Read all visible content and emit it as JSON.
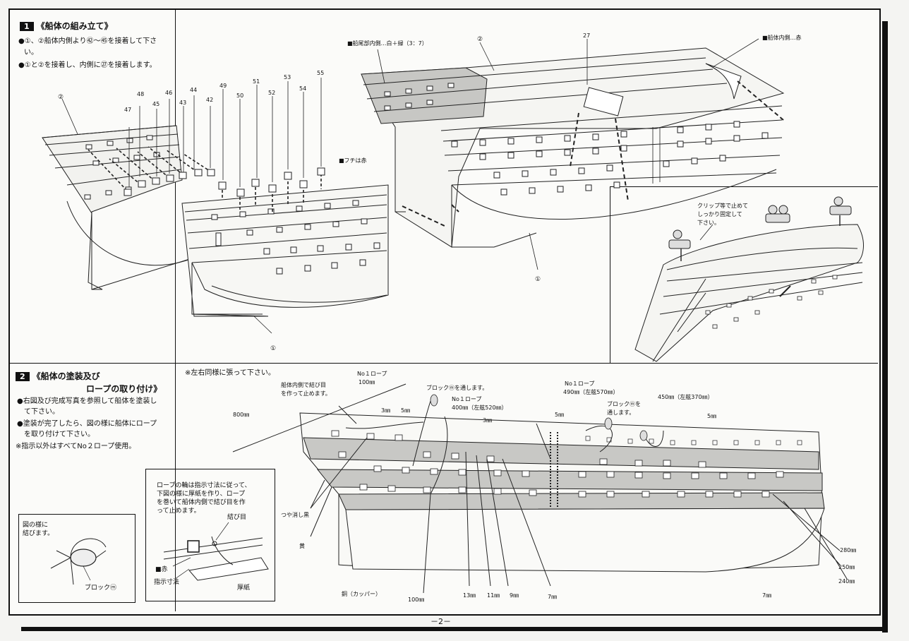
{
  "step1": {
    "number": "1",
    "title": "《船体の組み立て》",
    "lines": [
      "●①、②船体内側より㊷～㊺を接着して下さ",
      "い。",
      "●①と②を接着し、内側に㉗を接着します。"
    ],
    "labels": {
      "p2": "②",
      "p47": "47",
      "p48": "48",
      "p45": "45",
      "p46": "46",
      "p43": "43",
      "p44": "44",
      "p42": "42",
      "p49": "49",
      "p50": "50",
      "p51": "51",
      "p52": "52",
      "p53": "53",
      "p54": "54",
      "p55": "55",
      "edge_red": "■フチは赤",
      "p1": "①",
      "stern_inner": "■船尾部内側…白＋緑（3：7）",
      "p2b": "②",
      "p27": "27",
      "hull_inner_red": "■船体内側…赤",
      "p1b": "①",
      "clip_note": [
        "クリップ等で止めて",
        "しっかり固定して",
        "下さい。"
      ]
    }
  },
  "step2": {
    "number": "2",
    "title_line1": "《船体の塗装及び",
    "title_line2": "ロープの取り付け》",
    "lines": [
      "●右図及び完成写真を参照して船体を塗装し",
      "て下さい。",
      "●塗装が完了したら、図の様に船体にロープ",
      "を取り付けて下さい。",
      "※指示以外はすべてNo２ロープ使用。"
    ],
    "same_note": "※左右同様に張って下さい。",
    "rope_box": {
      "lines": [
        "ロープの輪は指示寸法に従って、",
        "下図の様に厚紙を作り、ロープ",
        "を巻いて船体内側で結び目を作",
        "って止めます。"
      ],
      "knot": "結び目",
      "red": "■赤",
      "dim": "指示寸法",
      "card": "厚紙"
    },
    "block_box": {
      "lines": [
        "図の様に",
        "結びます。"
      ],
      "block": "ブロックⓜ"
    },
    "labels": {
      "inner_knot": [
        "船体内側で結び目",
        "を作って止めます。"
      ],
      "no1_rope_a": "No１ロープ",
      "no1_len_a": "100㎜",
      "len_800": "800㎜",
      "block_pass_a": "ブロックⓜを通します。",
      "no1_rope_b": "No１ロープ",
      "no1_len_b": "400㎜（左舷520㎜）",
      "mm3a": "3㎜",
      "mm5a": "5㎜",
      "mm3b": "3㎜",
      "no1_rope_c": "No１ロープ",
      "no1_len_c": "490㎜（左舷570㎜）",
      "block_pass_b": [
        "ブロックⓜを",
        "通します。"
      ],
      "len_450": "450㎜（左舷370㎜）",
      "mm5b": "5㎜",
      "mm5c": "5㎜",
      "matte_black": "つや消し黒",
      "yellow": "黄",
      "copper": "銅（カッパー）",
      "mm100": "100㎜",
      "mm13": "13㎜",
      "mm11": "11㎜",
      "mm9": "9㎜",
      "mm7a": "7㎜",
      "mm7b": "7㎜",
      "mm280": "280㎜",
      "mm250": "250㎜",
      "mm240": "240㎜"
    }
  },
  "page_number": "－2－"
}
